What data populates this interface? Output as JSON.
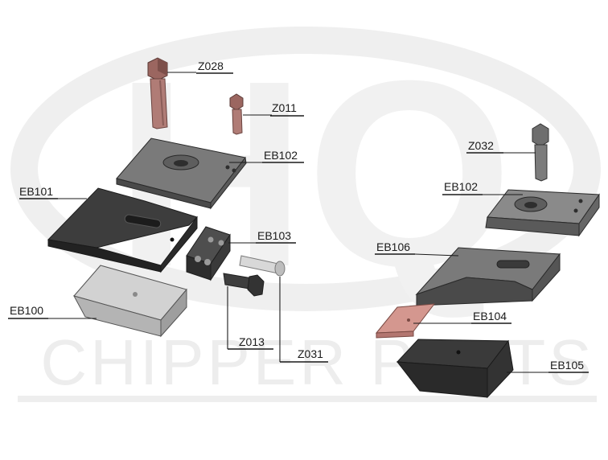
{
  "watermark": {
    "big_text": "HQ",
    "sub_text": "CHIPPER PARTS"
  },
  "parts": {
    "z028": "Z028",
    "z011": "Z011",
    "eb102_left": "EB102",
    "eb101": "EB101",
    "eb103": "EB103",
    "eb100": "EB100",
    "z013": "Z013",
    "z031": "Z031",
    "z032": "Z032",
    "eb102_right": "EB102",
    "eb106": "EB106",
    "eb104": "EB104",
    "eb105": "EB105"
  },
  "colors": {
    "bolt_red": "#a06a66",
    "bolt_grey": "#6b6b6b",
    "dark_block": "#3a3a3a",
    "light_block": "#cfcfcf",
    "shim": "#c98a84",
    "watermark": "#eeeeee"
  }
}
